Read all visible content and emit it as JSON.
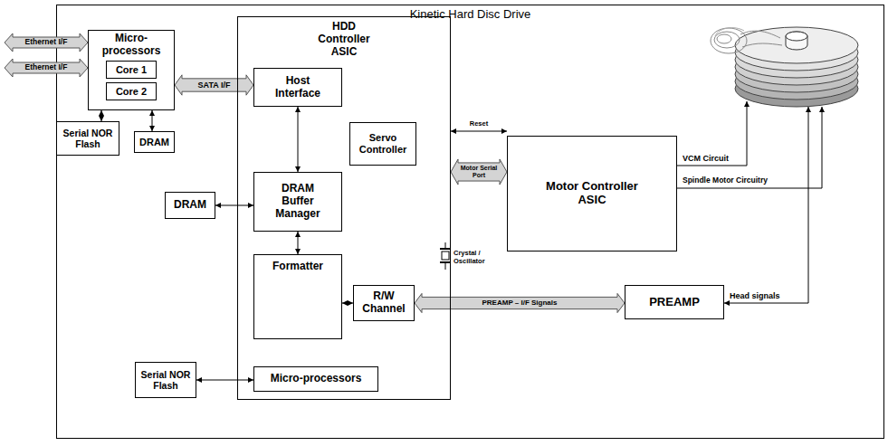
{
  "diagram": {
    "nodes": [
      {
        "text": [
          "Kinetic Hard Disc Drive"
        ]
      },
      {
        "text": [
          "Ethernet I/F"
        ]
      },
      {
        "text": [
          "Ethernet I/F"
        ]
      },
      {
        "text": [
          "Micro- processors"
        ],
        "in": 0
      },
      {
        "text": [
          "Core 1"
        ],
        "in": 3
      },
      {
        "text": [
          "Core 2"
        ],
        "in": 3
      },
      {
        "text": [
          "HDD Controller ASIC"
        ],
        "in": 0
      },
      {
        "text": [
          "Host Interface"
        ],
        "in": 6
      },
      {
        "text": [
          "Servo Controller"
        ],
        "in": 6
      },
      {
        "text": [
          "Motor Controller ASIC"
        ],
        "in": 0
      },
      {
        "text": [
          "Serial NOR Flash"
        ],
        "in": 0
      },
      {
        "text": [
          "DRAM"
        ],
        "in": 0
      },
      {
        "text": [
          "DRAM"
        ],
        "in": 0
      },
      {
        "text": [
          "DRAM Buffer Manager"
        ],
        "in": 6
      },
      {
        "text": [
          "Formatter"
        ],
        "in": 6
      },
      {
        "text": [
          "R/W Channel"
        ],
        "in": 6
      },
      {
        "text": [
          "PREAMP"
        ],
        "in": 0
      },
      {
        "text": [
          "Serial NOR Flash"
        ],
        "in": 0
      },
      {
        "text": [
          "Micro-processors"
        ],
        "in": 6
      }
    ],
    "edges": [
      {
        "from": 3,
        "to": 10,
        "arrow": "both"
      },
      {
        "from": 3,
        "to": 11,
        "arrow": "both"
      },
      {
        "from": 3,
        "to": 7,
        "label": "SATA I/F",
        "arrow": "both"
      },
      {
        "from": 7,
        "to": 13,
        "arrow": "both"
      },
      {
        "from": 12,
        "to": 13,
        "arrow": "both"
      },
      {
        "from": 13,
        "to": 14,
        "arrow": "both"
      },
      {
        "from": 14,
        "to": 15,
        "arrow": "both"
      },
      {
        "from": 6,
        "to": 9,
        "label": "Reset",
        "arrow": "both"
      },
      {
        "from": 6,
        "to": 9,
        "label": "Motor Serial Port",
        "arrow": "both"
      },
      {
        "from": 15,
        "to": 16,
        "label": "PREAMP – I/F Signals",
        "arrow": "both"
      },
      {
        "from": 17,
        "to": 18,
        "arrow": "both"
      }
    ],
    "labels": [
      "Crystal / Oscillator",
      "VCM Circuit",
      "Spindle Motor Circuitry",
      "Head signals"
    ]
  }
}
